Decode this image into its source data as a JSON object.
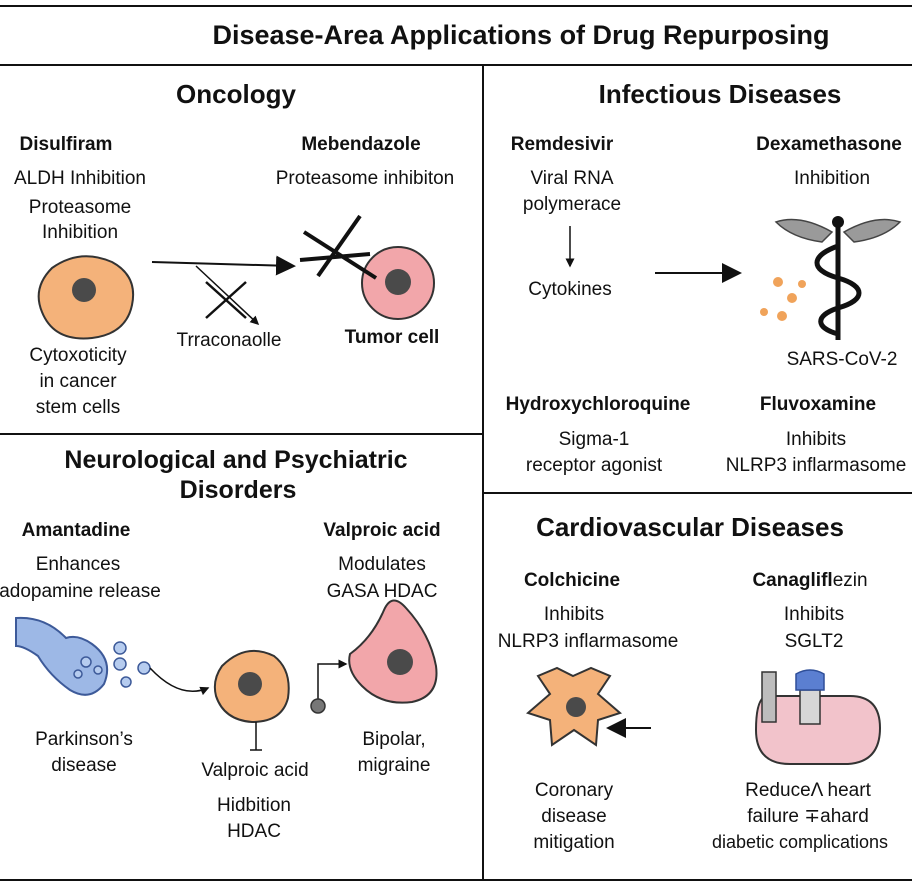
{
  "title": "Disease-Area Applications of Drug Repurposing",
  "oncology": {
    "heading": "Oncology",
    "disulfiram": {
      "name": "Disulfiram",
      "line1": "ALDH Inhibition",
      "line2": "Proteasome",
      "line3": "Inhibition"
    },
    "mebendazole": {
      "name": "Mebendazole",
      "line1": "Proteasome inhibiton"
    },
    "itraconazole_label": "Trraconaolle",
    "tumor_label": "Tumor cell",
    "outcome": {
      "line1": "Cytoxoticity",
      "line2": "in cancer",
      "line3": "stem cells"
    }
  },
  "infectious": {
    "heading": "Infectious Diseases",
    "remdesivir": {
      "name": "Remdesivir",
      "line1": "Viral RNA",
      "line2": "polymerace"
    },
    "cytokines": "Cytokines",
    "dexamethasone": {
      "name": "Dexamethasone",
      "line1": "Inhibition"
    },
    "virus_label": "SARS-CoV-2",
    "hydroxychloroquine": {
      "name": "Hydroxychloroquine",
      "line1": "Sigma-1",
      "line2": "receptor agonist"
    },
    "fluvoxamine": {
      "name": "Fluvoxamine",
      "line1": "Inhibits",
      "line2": "NLRP3 inflarmasome"
    }
  },
  "neuro": {
    "heading_line1": "Neurological and Psychiatric",
    "heading_line2": "Disorders",
    "amantadine": {
      "name": "Amantadine",
      "line1": "Enhances",
      "line2": "adopamine release"
    },
    "valproic": {
      "name": "Valproic acid",
      "line1": "Modulates",
      "line2": "GASA  HDAC"
    },
    "parkinsons": {
      "line1": "Parkinson’s",
      "line2": "disease"
    },
    "valproic_label": "Valproic acid",
    "hidbition": {
      "line1": "Hidbition",
      "line2": "HDAC"
    },
    "bipolar": {
      "line1": "Bipolar,",
      "line2": "migraine"
    }
  },
  "cardio": {
    "heading": "Cardiovascular Diseases",
    "colchicine": {
      "name": "Colchicine",
      "line1": "Inhibits",
      "line2": "NLRP3 inflarmasome"
    },
    "canagliflozin": {
      "name": "Canaglifl",
      "name_suffix": "ezin",
      "line1": "Inhibits",
      "line2": "SGLT2"
    },
    "coronary": {
      "line1": "Coronary",
      "line2": "disease",
      "line3": "mitigation"
    },
    "heart": {
      "line1": "ReduceΛ heart",
      "line2": "failure ∓ahard",
      "line3": "diabetic complications"
    }
  },
  "colors": {
    "orange_cell": "#f4b27a",
    "pink_cell": "#f2a6aa",
    "neuron_blue": "#9db8e6",
    "nucleus": "#4a4a4a"
  }
}
